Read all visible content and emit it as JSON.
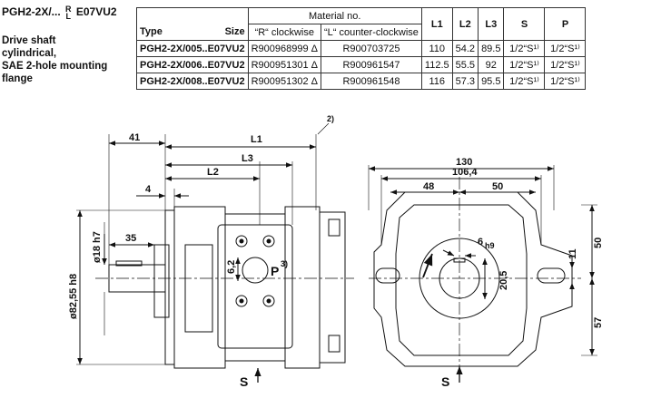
{
  "header": {
    "model_prefix": "PGH2-2X/...",
    "dir_r": "R",
    "dir_l": "L",
    "model_suffix": "E07VU2"
  },
  "description": [
    "Drive shaft",
    "cylindrical,",
    "SAE 2-hole mounting",
    "flange"
  ],
  "table": {
    "group_header": "Material no.",
    "columns": {
      "type": "Type",
      "size": "Size",
      "r": "“R“ clockwise",
      "l": "“L“ counter-clockwise",
      "l1": "L1",
      "l2": "L2",
      "l3": "L3",
      "s": "S",
      "p": "P"
    },
    "rows": [
      {
        "type": "PGH2-2X/005..E07VU2",
        "r": "R900968999 Δ",
        "l": "R900703725",
        "l1": "110",
        "l2": "54.2",
        "l3": "89.5",
        "s": "1/2“S¹⁾",
        "p": "1/2“S¹⁾"
      },
      {
        "type": "PGH2-2X/006..E07VU2",
        "r": "R900951301 Δ",
        "l": "R900961547",
        "l1": "112.5",
        "l2": "55.5",
        "l3": "92",
        "s": "1/2“S¹⁾",
        "p": "1/2“S¹⁾"
      },
      {
        "type": "PGH2-2X/008..E07VU2",
        "r": "R900951302 Δ",
        "l": "R900961548",
        "l1": "116",
        "l2": "57.3",
        "l3": "95.5",
        "s": "1/2“S¹⁾",
        "p": "1/2“S¹⁾"
      }
    ]
  },
  "drawing": {
    "side": {
      "d41": "41",
      "dL1": "L1",
      "dL3": "L3",
      "dL2": "L2",
      "d4": "4",
      "d35": "35",
      "dia18": "ø18 h7",
      "dia82": "ø82,55 h8",
      "note2": "2)",
      "p_label": "P",
      "p_sup": "3)",
      "d6_2": "6,2",
      "s_label": "S"
    },
    "front": {
      "d130": "130",
      "d106": "106,4",
      "d48": "48",
      "d50h": "50",
      "d6": "6",
      "d6_sub": "h9",
      "d20": "20,5",
      "d11": "11",
      "d50v": "50",
      "d57": "57",
      "s_label": "S"
    }
  }
}
